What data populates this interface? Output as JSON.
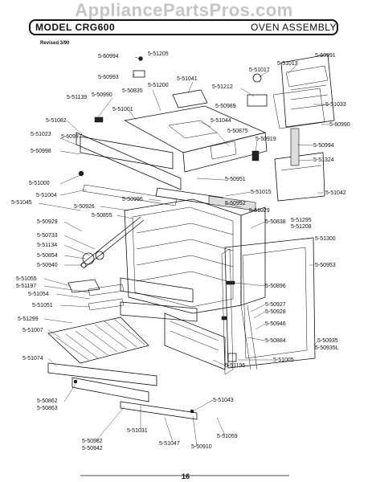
{
  "watermark": "AppliancePartsPros.com",
  "header": {
    "model": "MODEL CRG600",
    "title": "OVEN ASSEMBLY",
    "revised": "Revised 3/90"
  },
  "page_number": "16",
  "callouts": [
    "5-60994",
    "5-51205",
    "5-60993",
    "5-60991",
    "5-51017",
    "5-51013",
    "5-51041",
    "5-50835",
    "5-51200",
    "5-51212",
    "5-51139",
    "5-50990",
    "5-50989",
    "5-51033",
    "5-51001",
    "5-51082",
    "5-51044",
    "5-60990",
    "5-51023",
    "5-60997",
    "5-50875",
    "5-50919",
    "5-50994",
    "5-50998",
    "5-51324",
    "5-51000",
    "5-50951",
    "5-51004",
    "5-51015",
    "5-51042",
    "5-51045",
    "5-50996",
    "5-50926",
    "5-50952",
    "5-50855",
    "5-51029",
    "5-50929",
    "5-50838",
    "5-51295",
    "5-51208",
    "5-50733",
    "5-51300",
    "5-51134",
    "5-50854",
    "5-50953",
    "5-50940",
    "5-51055",
    "5-51197",
    "5-50896",
    "5-51054",
    "5-51051",
    "5-50927",
    "5-50928",
    "5-51299",
    "5-50946",
    "5-51007",
    "5-50884",
    "5-50935",
    "5-50935L",
    "5-51074",
    "5-51005",
    "5-51196",
    "5-50862",
    "5-50863",
    "5-51043",
    "5-51031",
    "5-51047",
    "5-50910",
    "5-51059",
    "5-50982",
    "5-50942"
  ]
}
